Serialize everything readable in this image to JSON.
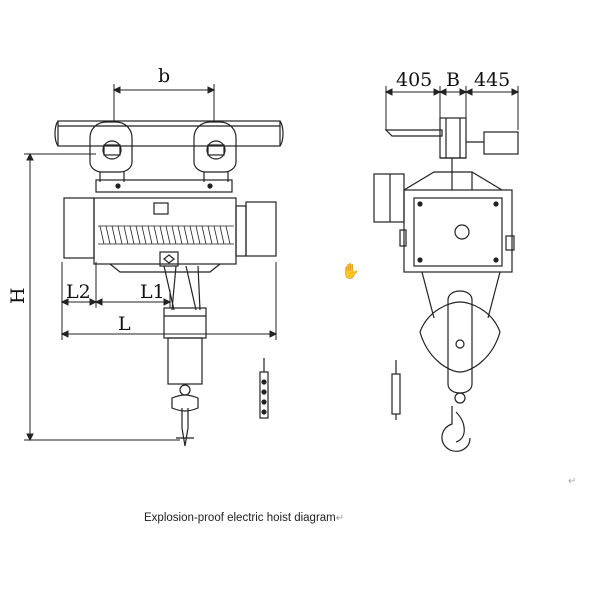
{
  "caption": {
    "text": "Explosion-proof electric hoist diagram",
    "return_mark": "↵"
  },
  "corner_mark": "↵",
  "cursor_icon": "hand-cursor-icon",
  "front_view": {
    "dim_b": "b",
    "dim_h": "H",
    "dim_l": "L",
    "dim_l1": "L1",
    "dim_l2": "L2"
  },
  "side_view": {
    "dim_left": "405",
    "dim_b": "B",
    "dim_right": "445"
  },
  "colors": {
    "line": "#222222",
    "background": "#ffffff"
  }
}
